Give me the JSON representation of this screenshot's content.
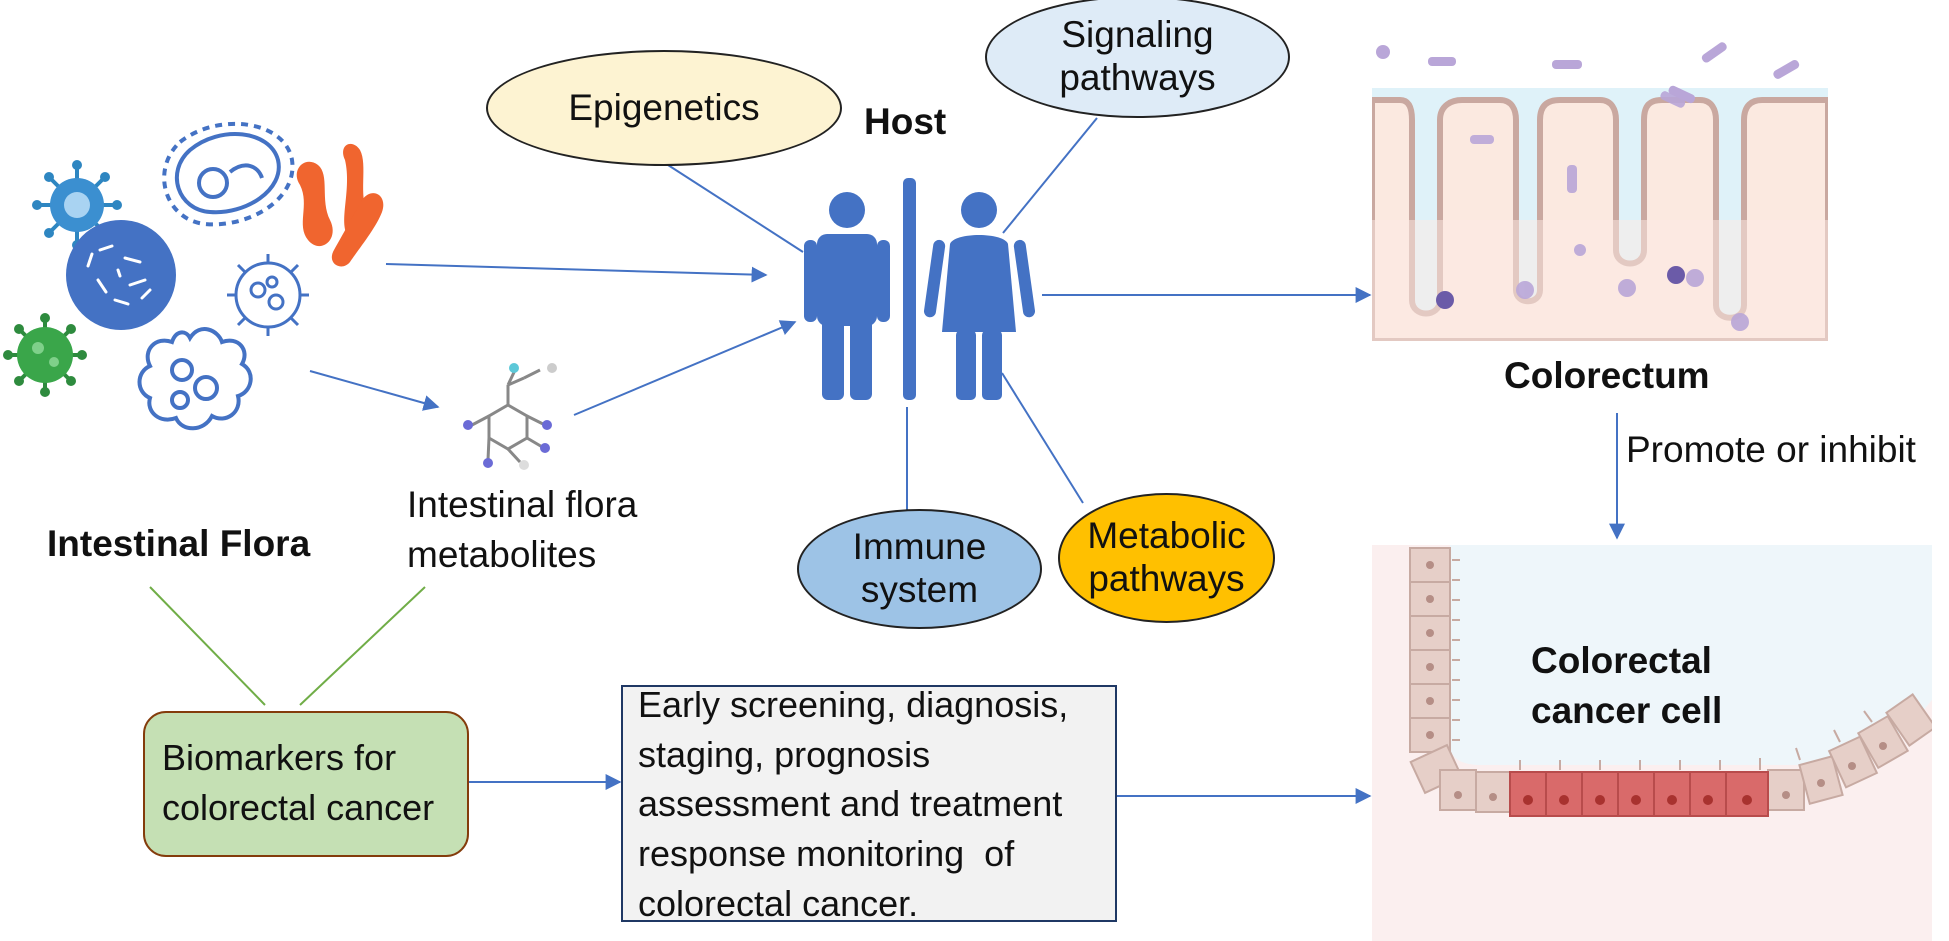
{
  "title": "",
  "colors": {
    "arrow_blue": "#4472c4",
    "link_green": "#70ad47",
    "person_blue": "#4472c4",
    "epigenetics_fill": "#fdf3d2",
    "signaling_fill": "#deebf7",
    "immune_fill": "#9dc3e6",
    "metabolic_fill": "#ffc000",
    "biomarker_fill": "#c5e0b4",
    "biomarker_border": "#843c0c",
    "screening_fill": "#f2f2f2",
    "screening_border": "#1f3864"
  },
  "nodes": {
    "host": "Host",
    "epigenetics": "Epigenetics",
    "signaling": {
      "line1": "Signaling",
      "line2": "pathways"
    },
    "immune": {
      "line1": "Immune",
      "line2": "system"
    },
    "metabolic": {
      "line1": "Metabolic",
      "line2": "pathways"
    },
    "intestinal_flora": "Intestinal Flora",
    "metabolites": {
      "line1": "Intestinal flora",
      "line2": "metabolites"
    },
    "colorectum": "Colorectum",
    "promote": "Promote or inhibit",
    "cancer_cell": {
      "line1": "Colorectal",
      "line2": "cancer cell"
    },
    "biomarkers": {
      "line1": "Biomarkers for",
      "line2": "colorectal cancer"
    },
    "screening": {
      "line1": "Early screening, diagnosis,",
      "line2": "staging, prognosis",
      "line3": "assessment and treatment",
      "line4": "response monitoring  of",
      "line5": "colorectal cancer."
    }
  },
  "icons": {
    "microbes": [
      "virus-icon",
      "bacteria-cell-icon",
      "protozoa-icon",
      "rod-bacteria-icon",
      "spore-icon",
      "coronavirus-icon",
      "fungus-cell-icon"
    ],
    "metabolite": "molecule-icon",
    "host": "people-icon",
    "colorectum": "intestinal-villi-illustration",
    "cancer": "cancer-epithelium-illustration"
  }
}
